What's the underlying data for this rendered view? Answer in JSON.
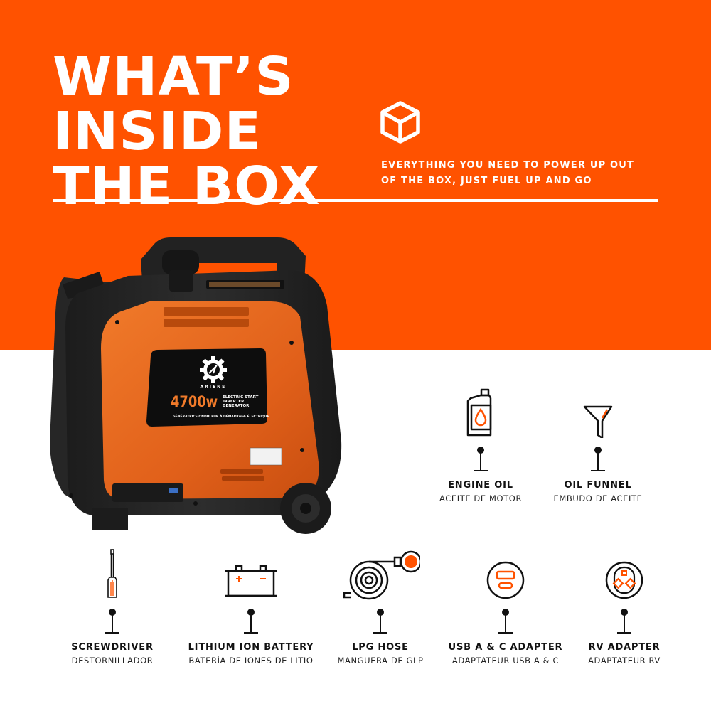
{
  "header": {
    "title_lines": [
      "WHAT’S",
      "INSIDE",
      "THE BOX"
    ],
    "tagline_lines": [
      "EVERYTHING YOU NEED TO POWER UP OUT",
      "OF THE BOX, JUST FUEL UP AND GO"
    ],
    "icon": "box-icon"
  },
  "colors": {
    "brand_orange": "#FF5200",
    "text_dark": "#111111",
    "white": "#FFFFFF"
  },
  "product": {
    "brand": "ARIENS",
    "wattage": "4700w",
    "desc_lines": [
      "ELECTRIC START",
      "INVERTER",
      "GENERATOR"
    ],
    "french_desc": "GÉNÉRATRICE ONDULEUR À DÉMARRAGE ÉLECTRIQUE"
  },
  "items": [
    {
      "name": "ENGINE OIL",
      "sub": "ACEITE DE MOTOR",
      "icon": "oil-bottle-icon"
    },
    {
      "name": "OIL FUNNEL",
      "sub": "EMBUDO DE ACEITE",
      "icon": "funnel-icon"
    },
    {
      "name": "SCREWDRIVER",
      "sub": "DESTORNILLADOR",
      "icon": "screwdriver-icon"
    },
    {
      "name": "LITHIUM ION BATTERY",
      "sub": "BATERÍA DE IONES DE LITIO",
      "icon": "battery-icon"
    },
    {
      "name": "LPG HOSE",
      "sub": "MANGUERA DE GLP",
      "icon": "hose-icon"
    },
    {
      "name": "USB A & C ADAPTER",
      "sub": "ADAPTATEUR USB A & C",
      "icon": "usb-adapter-icon"
    },
    {
      "name": "RV ADAPTER",
      "sub": "ADAPTATEUR RV",
      "icon": "rv-adapter-icon"
    }
  ]
}
